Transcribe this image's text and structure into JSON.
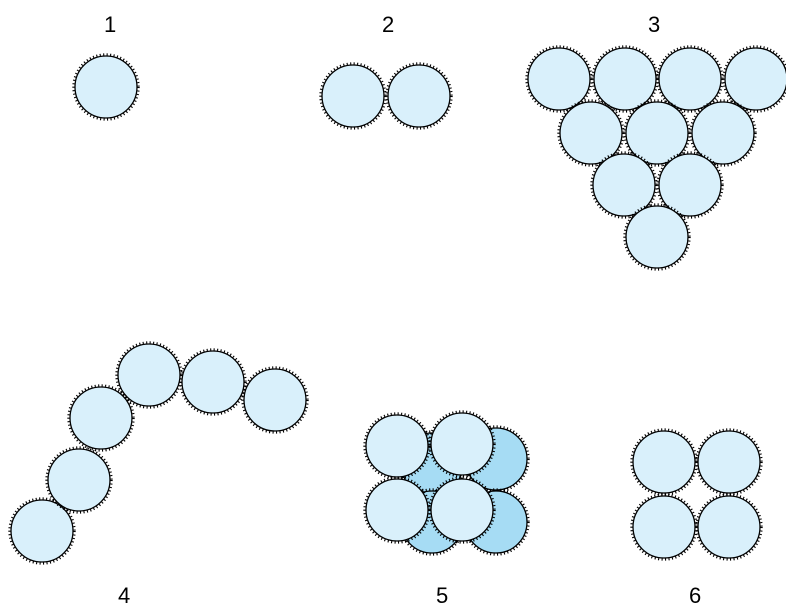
{
  "panels": [
    {
      "label": "1",
      "kind": "single"
    },
    {
      "label": "2",
      "kind": "pair"
    },
    {
      "label": "3",
      "kind": "triangle"
    },
    {
      "label": "4",
      "kind": "arc"
    },
    {
      "label": "5",
      "kind": "stacked-grid"
    },
    {
      "label": "6",
      "kind": "square-grid"
    }
  ],
  "colors": {
    "front_fill": "#d9f0fb",
    "back_fill": "#a6dcf4",
    "outline": "#000000",
    "background": "#ffffff"
  },
  "icons": {
    "sphere": "sphere-icon"
  }
}
